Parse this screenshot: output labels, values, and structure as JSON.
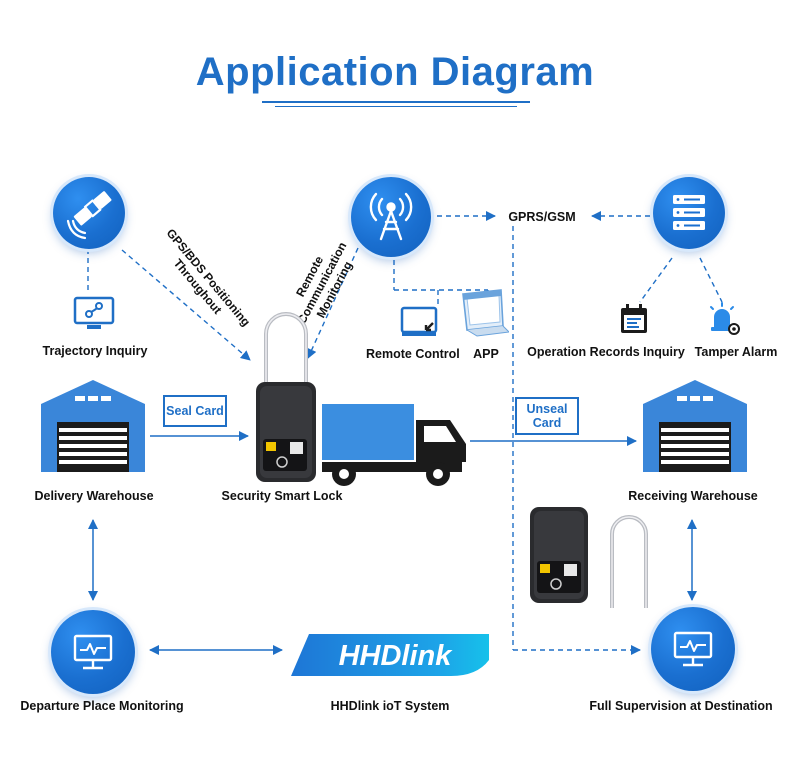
{
  "title": "Application Diagram",
  "labels": {
    "trajectory_inquiry": "Trajectory Inquiry",
    "remote_control": "Remote Control",
    "app": "APP",
    "gprs_gsm": "GPRS/GSM",
    "operation_records_inquiry": "Operation Records Inquiry",
    "tamper_alarm": "Tamper Alarm",
    "delivery_warehouse": "Delivery Warehouse",
    "security_smart_lock": "Security Smart Lock",
    "receiving_warehouse": "Receiving Warehouse",
    "departure_place_monitoring": "Departure Place Monitoring",
    "hhdlink_iot_system": "HHDlink ioT System",
    "full_supervision_at_destination": "Full Supervision at Destination"
  },
  "box_labels": {
    "seal_card": "Seal Card",
    "unseal_card_line1": "Unseal",
    "unseal_card_line2": "Card"
  },
  "rotated_labels": {
    "gps_line1": "GPS/BDS Positioning",
    "gps_line2": "Throughout",
    "remote_line1": "Remote",
    "remote_line2": "Communication",
    "remote_line3": "Monitoring"
  },
  "logo_text": "HHDlink",
  "colors": {
    "primary_blue": "#1f6fc6",
    "circle_blue": "#1a6fd0",
    "warehouse_blue": "#3a86d9",
    "truck_blue": "#3b8ee0",
    "alarm_blue": "#2b8be8"
  },
  "icons": {
    "satellite": "satellite-icon",
    "tower": "signal-tower-icon",
    "server": "server-icon",
    "monitor": "monitor-icon"
  }
}
